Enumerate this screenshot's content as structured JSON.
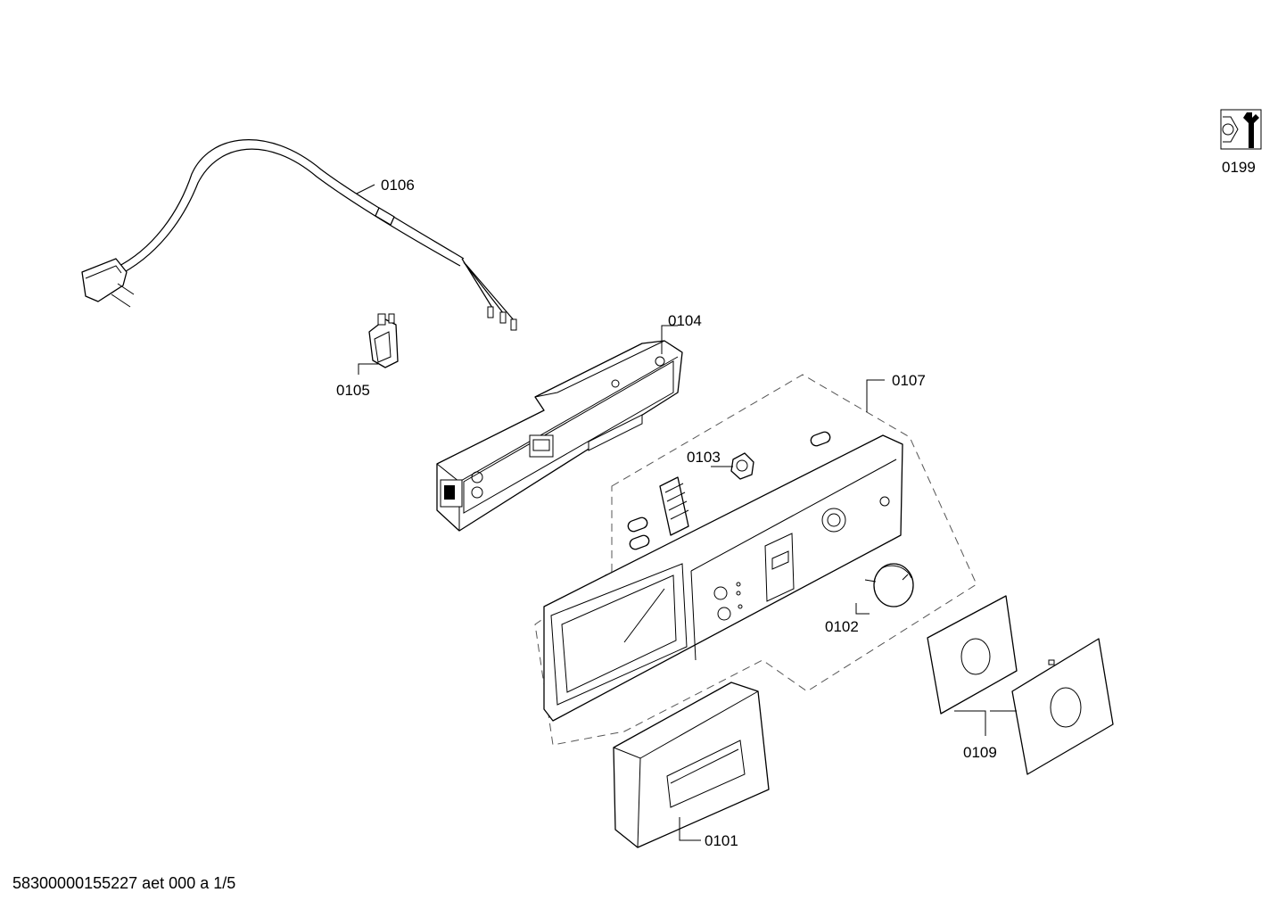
{
  "diagram": {
    "labels": {
      "p0101": "0101",
      "p0102": "0102",
      "p0103": "0103",
      "p0104": "0104",
      "p0105": "0105",
      "p0106": "0106",
      "p0107": "0107",
      "p0109": "0109",
      "p0199": "0199"
    },
    "footer": "58300000155227 aet 000 a 1/5"
  }
}
